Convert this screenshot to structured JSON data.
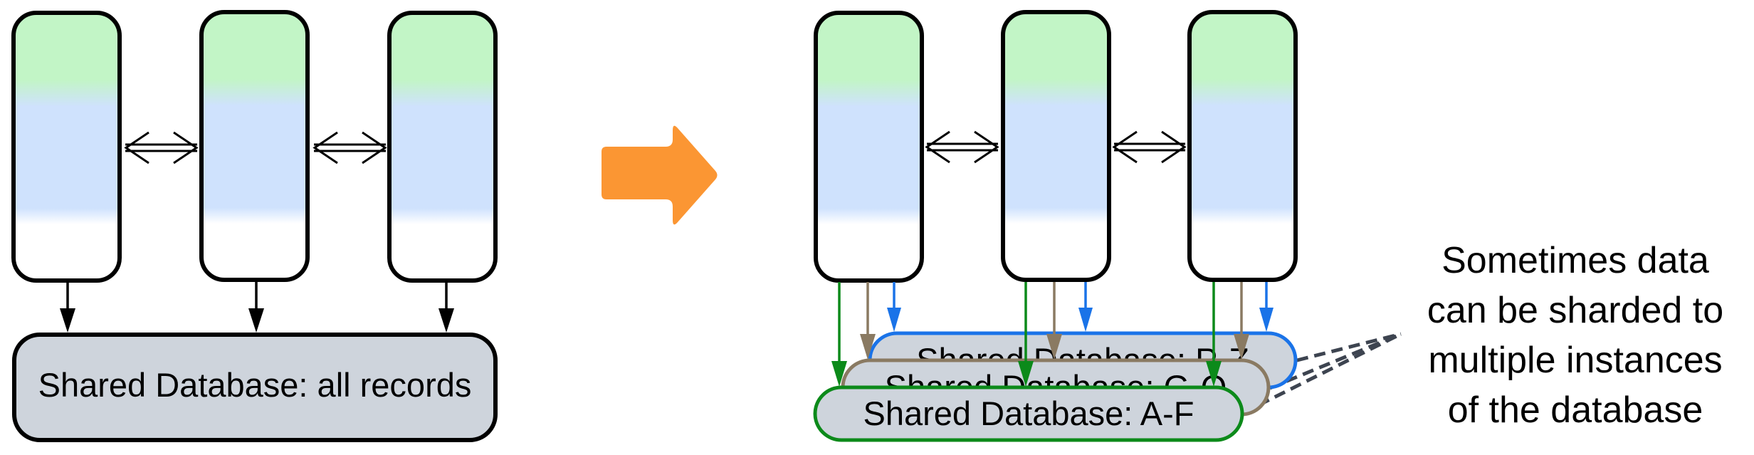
{
  "diagram": {
    "before": {
      "servers": [
        {
          "id": "server-1"
        },
        {
          "id": "server-2"
        },
        {
          "id": "server-3"
        }
      ],
      "database": {
        "label": "Shared Database: all records"
      },
      "links": [
        "server-1<->server-2",
        "server-2<->server-3"
      ]
    },
    "transition": {
      "icon": "right-arrow-icon",
      "color": "#FB9633"
    },
    "after": {
      "servers": [
        {
          "id": "server-1"
        },
        {
          "id": "server-2"
        },
        {
          "id": "server-3"
        }
      ],
      "shards": [
        {
          "label": "Shared Database: P-Z",
          "color": "#1A73E8"
        },
        {
          "label": "Shared Database: G-O",
          "color": "#8A7A62"
        },
        {
          "label": "Shared Database: A-F",
          "color": "#0C8A1A"
        }
      ],
      "caption": {
        "lines": [
          "Sometimes data",
          "can be sharded to",
          "multiple instances",
          "of the database"
        ],
        "connector_color": "#3D4450"
      }
    },
    "colors": {
      "server_top": "#C2F5C6",
      "server_mid": "#CFE2FD",
      "server_bottom": "#FFFFFF",
      "database_fill": "#CED4DC",
      "stroke": "#000000"
    }
  }
}
